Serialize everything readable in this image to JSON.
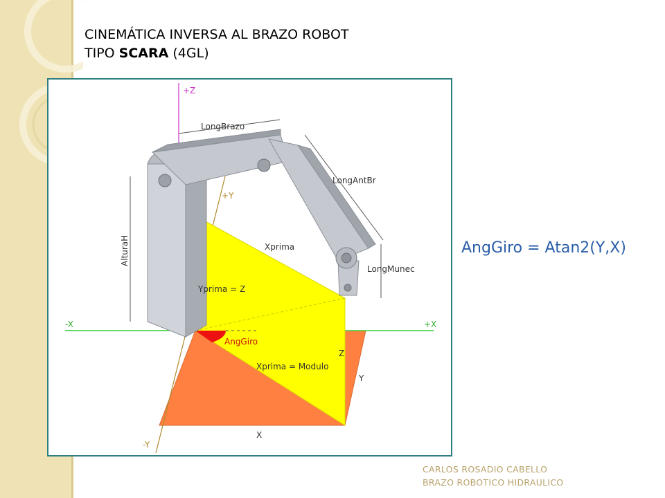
{
  "title": {
    "line1": "CINEMÁTICA INVERSA AL BRAZO ROBOT",
    "line2_prefix": "TIPO ",
    "line2_bold": "SCARA",
    "line2_suffix": " (4GL)"
  },
  "diagram": {
    "labels": {
      "plus_z": "+Z",
      "plus_y": "+Y",
      "minus_x": "-X",
      "plus_x": "+X",
      "minus_y": "-Y",
      "long_brazo": "LongBrazo",
      "long_ant_br": "LongAntBr",
      "long_munec": "LongMunec",
      "altura_h": "AlturaH",
      "xprima": "Xprima",
      "yprima_z": "Yprima = Z",
      "ang_giro": "AngGiro",
      "xprima_modulo": "Xprima = Modulo",
      "z": "Z",
      "y": "Y",
      "x": "X"
    },
    "colors": {
      "yellow": "#ffff00",
      "orange": "#ff8040",
      "arm": "#c8ccd2",
      "axis_z": "#cc33cc",
      "axis_x": "#33cc33",
      "axis_y": "#b08a30",
      "red": "#ee1111",
      "frame": "#2e7f7f"
    }
  },
  "formula": "AngGiro = Atan2(Y,X)",
  "footer": {
    "line1": "CARLOS ROSADIO CABELLO",
    "line2": "BRAZO ROBOTICO HIDRAULICO"
  }
}
